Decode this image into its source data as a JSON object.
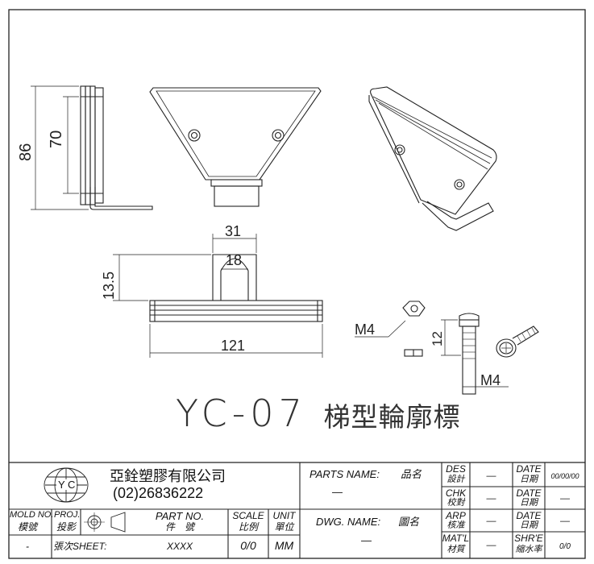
{
  "drawing": {
    "title_code": "YC-07",
    "title_name": "梯型輪廓標",
    "dims": {
      "height_total": "86",
      "height_inner": "70",
      "top_width": "31",
      "slot_width": "18",
      "bracket_height": "13.5",
      "length": "121",
      "nut_label": "M4",
      "screw_len": "12",
      "screw_label": "M4"
    }
  },
  "title_block": {
    "logo_text": "Y C",
    "company": "亞銓塑膠有限公司",
    "phone": "(02)26836222",
    "parts_name_label": "PARTS NAME:",
    "parts_name_cn": "品名",
    "parts_name_value": "—",
    "dwg_name_label": "DWG. NAME:",
    "dwg_name_cn": "圖名",
    "dwg_name_value": "—",
    "mold_no_label": "MOLD NO.",
    "mold_no_cn": "模號",
    "mold_no_value": "-",
    "proj_label": "PROJ.",
    "proj_cn": "投影",
    "sheet_label": "張次SHEET:",
    "part_no_label": "PART NO.",
    "part_no_cn": "件　號",
    "part_no_value": "XXXX",
    "scale_label": "SCALE",
    "scale_cn": "比例",
    "scale_value": "0/0",
    "unit_label": "UNIT",
    "unit_cn": "單位",
    "unit_value": "MM",
    "des_label": "DES",
    "des_cn": "設計",
    "des_value": "—",
    "chk_label": "CHK",
    "chk_cn": "校對",
    "chk_value": "—",
    "arp_label": "ARP",
    "arp_cn": "核准",
    "arp_value": "—",
    "matl_label": "MAT'L",
    "matl_cn": "材質",
    "matl_value": "—",
    "date_label": "DATE",
    "date_cn": "日期",
    "date1_value": "00/00/00",
    "date2_value": "—",
    "date3_value": "—",
    "shre_label": "SHR'E",
    "shre_cn": "縮水率",
    "shre_value": "0/0"
  }
}
